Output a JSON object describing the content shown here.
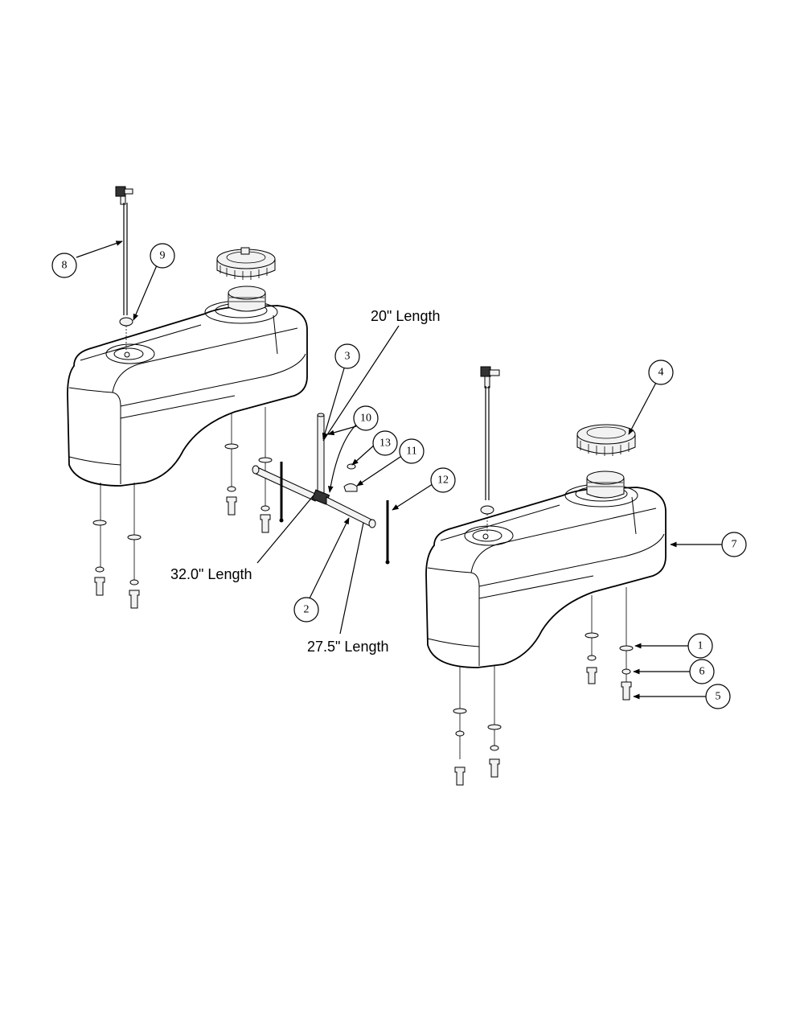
{
  "callouts": [
    {
      "id": "8",
      "label": "8"
    },
    {
      "id": "9",
      "label": "9"
    },
    {
      "id": "3",
      "label": "3"
    },
    {
      "id": "10",
      "label": "10"
    },
    {
      "id": "13",
      "label": "13"
    },
    {
      "id": "11",
      "label": "11"
    },
    {
      "id": "12",
      "label": "12"
    },
    {
      "id": "2",
      "label": "2"
    },
    {
      "id": "4",
      "label": "4"
    },
    {
      "id": "7",
      "label": "7"
    },
    {
      "id": "1",
      "label": "1"
    },
    {
      "id": "6",
      "label": "6"
    },
    {
      "id": "5",
      "label": "5"
    }
  ],
  "lengths": {
    "hose_20": "20\" Length",
    "hose_32": "32.0\" Length",
    "hose_27": "27.5\" Length"
  }
}
